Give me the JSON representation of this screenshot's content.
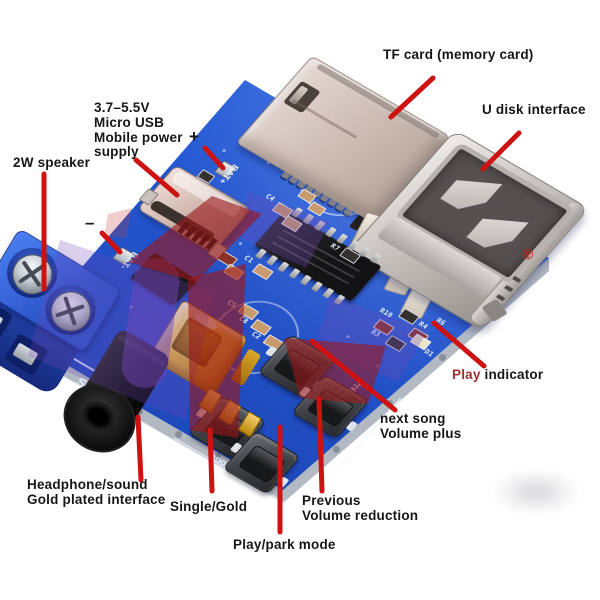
{
  "annotations": {
    "tf_card": {
      "label": "TF card (memory card)"
    },
    "u_disk": {
      "label": "U disk interface"
    },
    "power": {
      "lines": [
        "3.7–5.5V",
        "Micro USB",
        "Mobile power",
        "supply"
      ]
    },
    "battery_plus": {
      "label": "+"
    },
    "battery_minus": {
      "label": "–"
    },
    "speaker": {
      "label": "2W speaker"
    },
    "play_indicator": {
      "word_red": "Play",
      "word_black": " indicator"
    },
    "next_song": {
      "lines": [
        "next song",
        "Volume plus"
      ]
    },
    "previous": {
      "lines": [
        "Previous",
        "Volume reduction"
      ]
    },
    "play_park": {
      "label": "Play/park mode"
    },
    "single_gold": {
      "label": "Single/Gold"
    },
    "headphone": {
      "lines": [
        "Headphone/sound",
        "Gold plated interface"
      ]
    }
  },
  "board_silkscreen": {
    "bat_plus": "BAT+",
    "bat_minus": "BAT-",
    "sp_plus": "SP+",
    "sp_minus": "SP-",
    "pp_mode": "P/P/Mode",
    "prev": "Prev/V--",
    "refs": {
      "c4": "C4",
      "r7": "R7",
      "c1": "C1",
      "c5": "C5",
      "c8": "C8",
      "c2": "C2",
      "r10": "R10",
      "r4": "R4",
      "r3": "R3",
      "r6": "R6",
      "d1": "D1"
    }
  },
  "marks": {
    "registered": "®"
  },
  "colors": {
    "accent-red": "#ce1212",
    "pcb-blue": "#2456d0",
    "silk-white": "#e6eefb",
    "gold": "#d89b22",
    "label-black": "#161616",
    "watermark-red": "rgba(155,25,28,0.62)",
    "watermark-purple": "rgba(112,70,182,0.45)"
  }
}
